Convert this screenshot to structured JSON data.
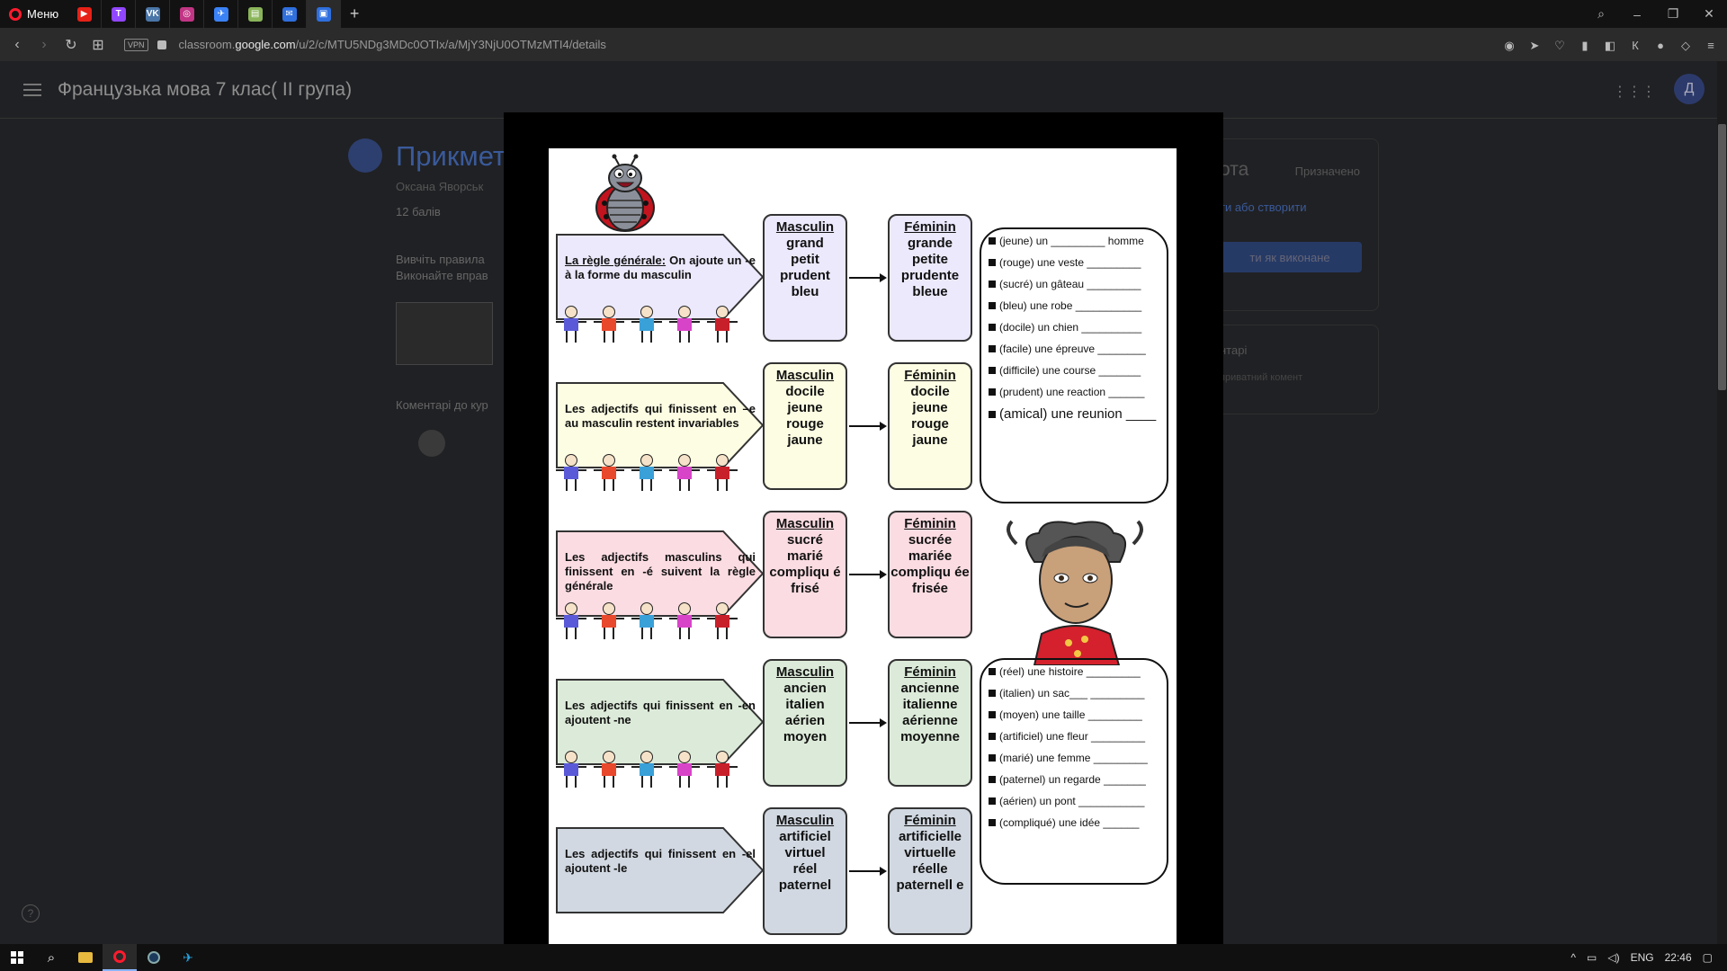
{
  "browser": {
    "menu_label": "Меню",
    "url_prefix": "classroom.",
    "url_domain": "google.com",
    "url_path": "/u/2/c/MTU5NDg3MDc0OTIx/a/MjY3NjU0OTMzMTI4/details",
    "vpn_label": "VPN",
    "tabs": [
      {
        "icon": "youtube-icon",
        "color": "#e62117",
        "glyph": "▶"
      },
      {
        "icon": "twitch-icon",
        "color": "#9146ff",
        "glyph": "T"
      },
      {
        "icon": "vk-icon",
        "color": "#4a76a8",
        "glyph": "VK"
      },
      {
        "icon": "instagram-icon",
        "color": "#c13584",
        "glyph": "◎"
      },
      {
        "icon": "messenger-icon",
        "color": "#3b82f6",
        "glyph": "✈"
      },
      {
        "icon": "folder-icon",
        "color": "#8ab45a",
        "glyph": "▤"
      },
      {
        "icon": "mail-icon",
        "color": "#2f6fde",
        "glyph": "✉"
      },
      {
        "icon": "classroom-icon",
        "color": "#2f6fde",
        "glyph": "▣"
      }
    ]
  },
  "classroom": {
    "course_title": "Французька мова 7 клас( ІІ група)",
    "avatar_letter": "Д",
    "assignment_title": "Прикмет",
    "author": "Оксана Яворськ",
    "points": "12 балів",
    "desc_line1": "Вивчіть правила",
    "desc_line2": "Виконайте вправ",
    "comments_label": "Коментарі до кур",
    "work_title": "ота",
    "work_status": "Призначено",
    "work_add": "ти або створити",
    "work_mark": "ти як виконане",
    "private_title": "нтарі",
    "private_placeholder": "приватний комент"
  },
  "worksheet": {
    "rows": [
      {
        "color": "#ebe9fb",
        "rule_bold_prefix": "La règle générale:",
        "rule_text": " On ajoute un -e à la forme du masculin",
        "masc_head": "Masculin",
        "masc": [
          "grand",
          "petit",
          "prudent",
          "bleu"
        ],
        "fem_head": "Féminin",
        "fem": [
          "grande",
          "petite",
          "prudente",
          "bleue"
        ]
      },
      {
        "color": "#fdfde3",
        "rule_bold_prefix": "",
        "rule_text": "Les adjectifs qui finissent en –e au masculin restent invariables",
        "masc_head": "Masculin",
        "masc": [
          "docile",
          "jeune",
          "rouge",
          "jaune"
        ],
        "fem_head": "Féminin",
        "fem": [
          "docile",
          "jeune",
          "rouge",
          "jaune"
        ]
      },
      {
        "color": "#fbdce2",
        "rule_bold_prefix": "",
        "rule_text": "Les adjectifs masculins qui finissent en -é suivent la règle générale",
        "masc_head": "Masculin",
        "masc": [
          "sucré",
          "marié",
          "compliqu é",
          "frisé"
        ],
        "fem_head": "Féminin",
        "fem": [
          "sucrée",
          "mariée",
          "compliqu ée",
          "frisée"
        ]
      },
      {
        "color": "#dcebd9",
        "rule_bold_prefix": "",
        "rule_text": "Les adjectifs qui finissent en -en ajoutent -ne",
        "masc_head": "Masculin",
        "masc": [
          "ancien",
          "italien",
          "aérien",
          "moyen"
        ],
        "fem_head": "Féminin",
        "fem": [
          "ancienne",
          "italienne",
          "aérienne",
          "moyenne"
        ]
      },
      {
        "color": "#d1d8e1",
        "rule_bold_prefix": "",
        "rule_text": "Les adjectifs qui finissent en -el ajoutent -le",
        "masc_head": "Masculin",
        "masc": [
          "artificiel",
          "virtuel",
          "réel",
          "paternel"
        ],
        "fem_head": "Féminin",
        "fem": [
          "artificielle",
          "virtuelle",
          "réelle",
          "paternell e"
        ]
      }
    ],
    "exercise1": [
      "(jeune) un _________ homme",
      "(rouge) une veste _________",
      "(sucré) un gâteau _________",
      "(bleu) une robe ___________",
      "(docile) un chien __________",
      "(facile) une épreuve ________",
      "(difficile) une course _______",
      "(prudent) une reaction ______",
      "(amical) une reunion ____"
    ],
    "exercise2": [
      "(réel) une histoire _________",
      "(italien) un sac___ _________",
      "(moyen) une taille _________",
      "(artificiel) une fleur _________",
      "(marié) une femme _________",
      "(paternel) un regarde _______",
      "(aérien) un pont ___________",
      "(compliqué) une idée ______"
    ]
  },
  "taskbar": {
    "language": "ENG",
    "time": "22:46"
  }
}
